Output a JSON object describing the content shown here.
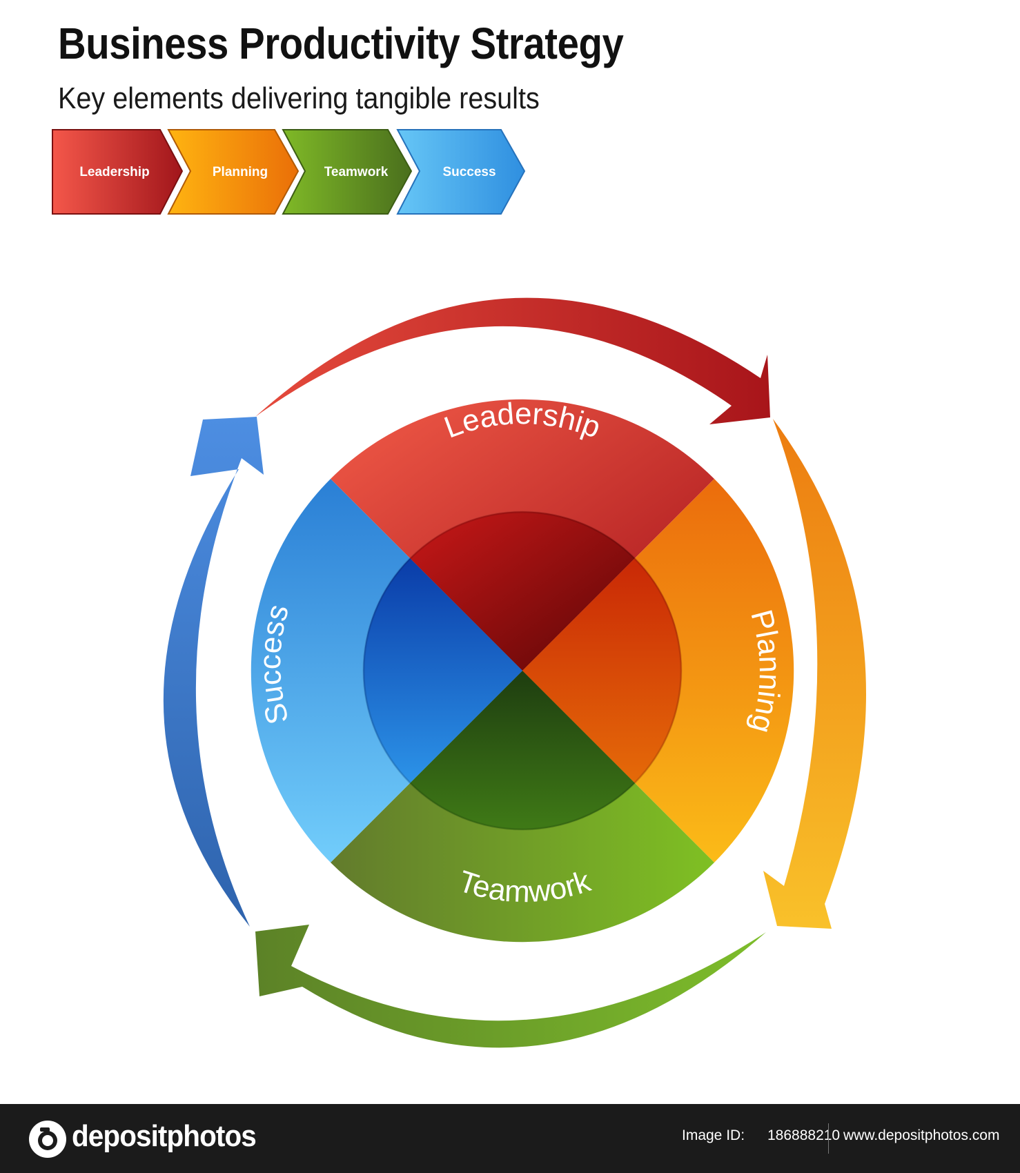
{
  "header": {
    "title": "Business Productivity Strategy",
    "subtitle": "Key elements delivering tangible results"
  },
  "process_steps": [
    {
      "label": "Leadership",
      "color_light": "#f4574a",
      "color_dark": "#a1161b"
    },
    {
      "label": "Planning",
      "color_light": "#ffb411",
      "color_dark": "#ea6f08"
    },
    {
      "label": "Teamwork",
      "color_light": "#7fb927",
      "color_dark": "#4a6f1d"
    },
    {
      "label": "Success",
      "color_light": "#66c6f6",
      "color_dark": "#2f8fe0"
    }
  ],
  "cycle": {
    "segments": [
      {
        "label": "Leadership",
        "outer": "#e24a40",
        "inner": "#7e0a0a",
        "arrow": "#c9201f"
      },
      {
        "label": "Planning",
        "outer": "#f39c12",
        "inner": "#c93108",
        "arrow": "#f0a419"
      },
      {
        "label": "Teamwork",
        "outer": "#78ad2a",
        "inner": "#305b18",
        "arrow": "#6f9b2d"
      },
      {
        "label": "Success",
        "outer": "#4aa7ec",
        "inner": "#1a64cf",
        "arrow": "#3f80d8"
      }
    ]
  },
  "footer": {
    "brand": "depositphotos",
    "image_id_label": "Image ID:",
    "image_id": "186888210",
    "url": "www.depositphotos.com"
  }
}
